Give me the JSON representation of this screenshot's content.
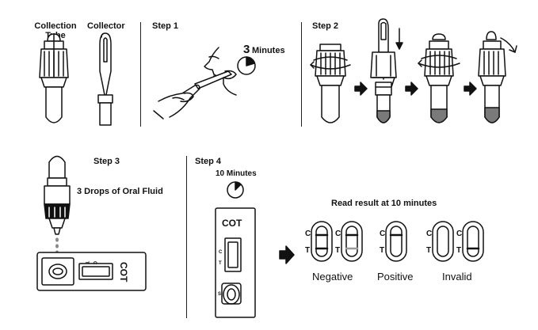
{
  "labels": {
    "collection_tube": "Collection\nTube",
    "collector": "Collector",
    "step1": "Step 1",
    "step1_time_num": "3",
    "step1_time_unit": "Minutes",
    "step2": "Step 2",
    "step3": "Step 3",
    "step3_instruction": "3 Drops of  Oral Fluid",
    "step4": "Step 4",
    "step4_time": "10 Minutes",
    "cassette_name": "COT",
    "cassette_c": "C",
    "cassette_t": "T",
    "cassette_s": "S",
    "read_result": "Read result at 10 minutes",
    "result_c": "C",
    "result_t": "T",
    "negative": "Negative",
    "positive": "Positive",
    "invalid": "Invalid"
  },
  "colors": {
    "ink": "#111111",
    "liquid": "#7a7a7a",
    "faint_line": "#9a9a9a"
  }
}
